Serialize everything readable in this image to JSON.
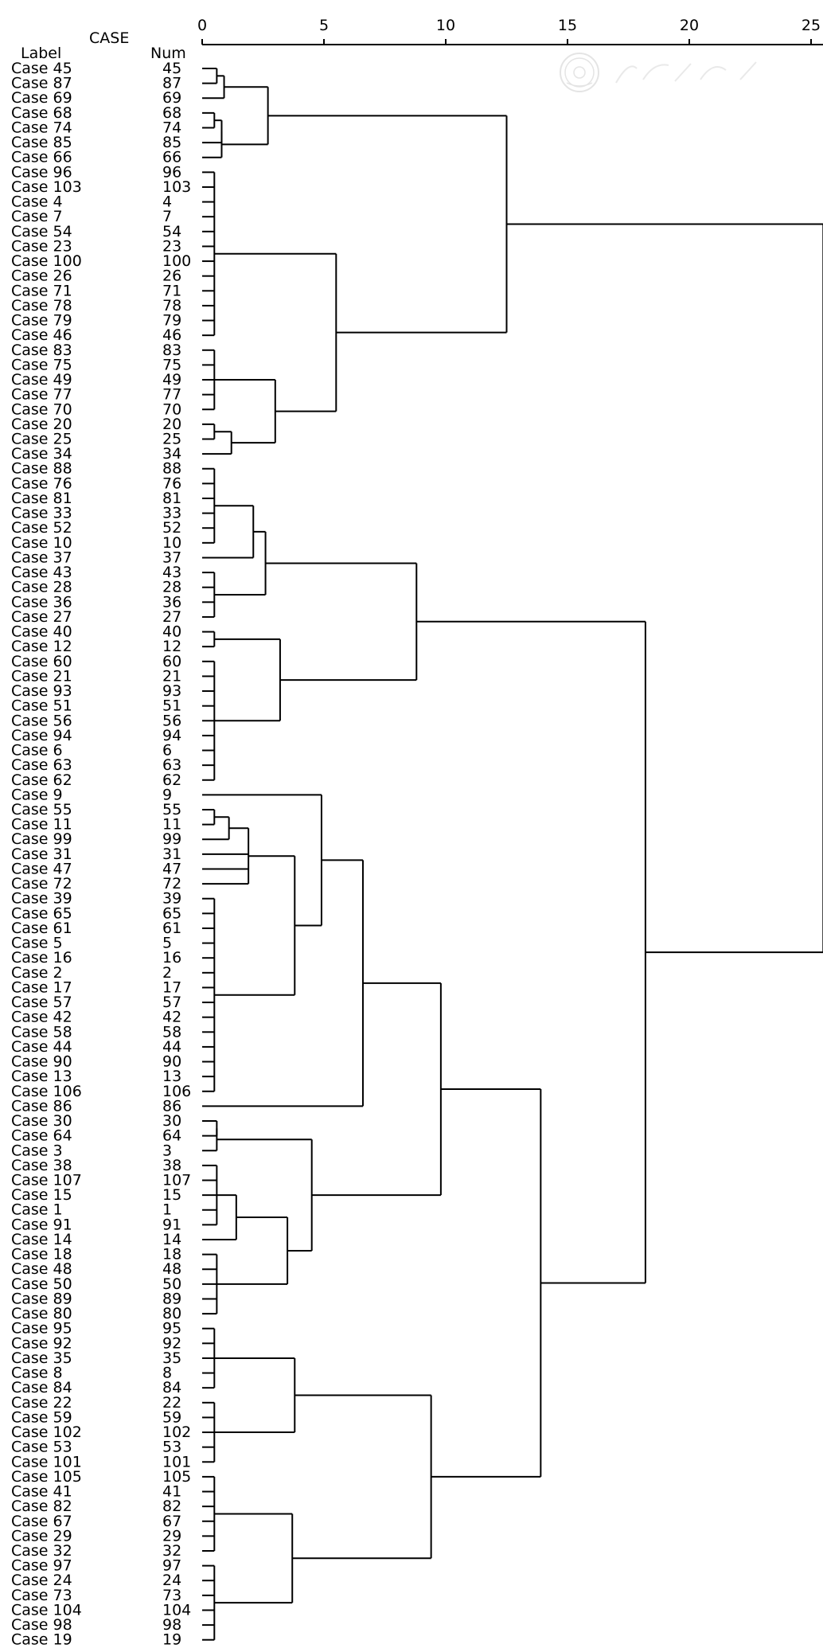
{
  "chart_data": {
    "type": "dendrogram",
    "title": "",
    "header": {
      "case_label": "CASE",
      "label_column": "Label",
      "num_column": "Num"
    },
    "x_axis": {
      "range": [
        0,
        25
      ],
      "ticks": [
        0,
        5,
        10,
        15,
        20,
        25
      ]
    },
    "label_prefix": "Case",
    "leaves": [
      45,
      87,
      69,
      68,
      74,
      85,
      66,
      96,
      103,
      4,
      7,
      54,
      23,
      100,
      26,
      71,
      78,
      79,
      46,
      83,
      75,
      49,
      77,
      70,
      20,
      25,
      34,
      88,
      76,
      81,
      33,
      52,
      10,
      37,
      43,
      28,
      36,
      27,
      40,
      12,
      60,
      21,
      93,
      51,
      56,
      94,
      6,
      63,
      62,
      9,
      55,
      11,
      99,
      31,
      47,
      72,
      39,
      65,
      61,
      5,
      16,
      2,
      17,
      57,
      42,
      58,
      44,
      90,
      13,
      106,
      86,
      30,
      64,
      3,
      38,
      107,
      15,
      1,
      91,
      14,
      18,
      48,
      50,
      89,
      80,
      95,
      92,
      35,
      8,
      84,
      22,
      59,
      102,
      53,
      101,
      105,
      41,
      82,
      67,
      29,
      32,
      97,
      24,
      73,
      104,
      98,
      19
    ],
    "merges": [
      {
        "children": [
          0,
          1
        ],
        "height": 0.6
      },
      {
        "children": [
          "m0",
          2
        ],
        "height": 0.9
      },
      {
        "children": [
          3,
          4
        ],
        "height": 0.5
      },
      {
        "children": [
          "m2",
          5
        ],
        "height": 0.8
      },
      {
        "children": [
          "m3",
          6
        ],
        "height": 0.8
      },
      {
        "children": [
          "m1",
          "m4"
        ],
        "height": 2.7
      },
      {
        "children": [
          7,
          8,
          9,
          10,
          11,
          12,
          13,
          14,
          15,
          16,
          17,
          18
        ],
        "height": 0.5
      },
      {
        "children": [
          19,
          20,
          21,
          22,
          23
        ],
        "height": 0.5
      },
      {
        "children": [
          24,
          25
        ],
        "height": 0.5
      },
      {
        "children": [
          "m8",
          26
        ],
        "height": 1.2
      },
      {
        "children": [
          "m7",
          "m9"
        ],
        "height": 3.0
      },
      {
        "children": [
          "m6",
          "m10"
        ],
        "height": 5.5
      },
      {
        "children": [
          "m5",
          "m11"
        ],
        "height": 12.5
      },
      {
        "children": [
          27,
          28,
          29,
          30,
          31,
          32
        ],
        "height": 0.5
      },
      {
        "children": [
          "m13",
          33
        ],
        "height": 2.1
      },
      {
        "children": [
          34,
          35,
          36,
          37
        ],
        "height": 0.5
      },
      {
        "children": [
          "m14",
          "m15"
        ],
        "height": 2.6
      },
      {
        "children": [
          38,
          39
        ],
        "height": 0.5
      },
      {
        "children": [
          40,
          41,
          42,
          43,
          44,
          45,
          46,
          47,
          48
        ],
        "height": 0.5
      },
      {
        "children": [
          "m17",
          "m18"
        ],
        "height": 3.2
      },
      {
        "children": [
          "m16",
          "m19"
        ],
        "height": 8.8
      },
      {
        "children": [
          50,
          51
        ],
        "height": 0.5
      },
      {
        "children": [
          "m21",
          52
        ],
        "height": 1.1
      },
      {
        "children": [
          "m22",
          53,
          54,
          55
        ],
        "height": 1.9
      },
      {
        "children": [
          56,
          57,
          58,
          59,
          60,
          61,
          62,
          63,
          64,
          65,
          66,
          67,
          68,
          69
        ],
        "height": 0.5
      },
      {
        "children": [
          "m23",
          "m24"
        ],
        "height": 3.8
      },
      {
        "children": [
          49,
          "m25"
        ],
        "height": 4.9
      },
      {
        "children": [
          "m26",
          70
        ],
        "height": 6.6
      },
      {
        "children": [
          71,
          72
        ],
        "height": 0.6
      },
      {
        "children": [
          "m28",
          73
        ],
        "height": 0.6
      },
      {
        "children": [
          74,
          75,
          76,
          77,
          78
        ],
        "height": 0.6
      },
      {
        "children": [
          "m30",
          79
        ],
        "height": 1.4
      },
      {
        "children": [
          80,
          81,
          82,
          83,
          84
        ],
        "height": 0.6
      },
      {
        "children": [
          "m31",
          "m32"
        ],
        "height": 3.5
      },
      {
        "children": [
          "m29",
          "m33"
        ],
        "height": 4.5
      },
      {
        "children": [
          "m27",
          "m34"
        ],
        "height": 9.8
      },
      {
        "children": [
          85,
          86,
          87,
          88,
          89
        ],
        "height": 0.5
      },
      {
        "children": [
          90,
          91,
          92,
          93,
          94
        ],
        "height": 0.5
      },
      {
        "children": [
          "m36",
          "m37"
        ],
        "height": 3.8
      },
      {
        "children": [
          95,
          96,
          97,
          98,
          99,
          100
        ],
        "height": 0.5
      },
      {
        "children": [
          101,
          102,
          103,
          104,
          105,
          106
        ],
        "height": 0.5
      },
      {
        "children": [
          "m39",
          "m40"
        ],
        "height": 3.7
      },
      {
        "children": [
          "m38",
          "m41"
        ],
        "height": 9.4
      },
      {
        "children": [
          "m35",
          "m42"
        ],
        "height": 13.9
      },
      {
        "children": [
          "m20",
          "m43"
        ],
        "height": 18.2
      },
      {
        "children": [
          "m12",
          "m44"
        ],
        "height": 25.5
      }
    ]
  }
}
